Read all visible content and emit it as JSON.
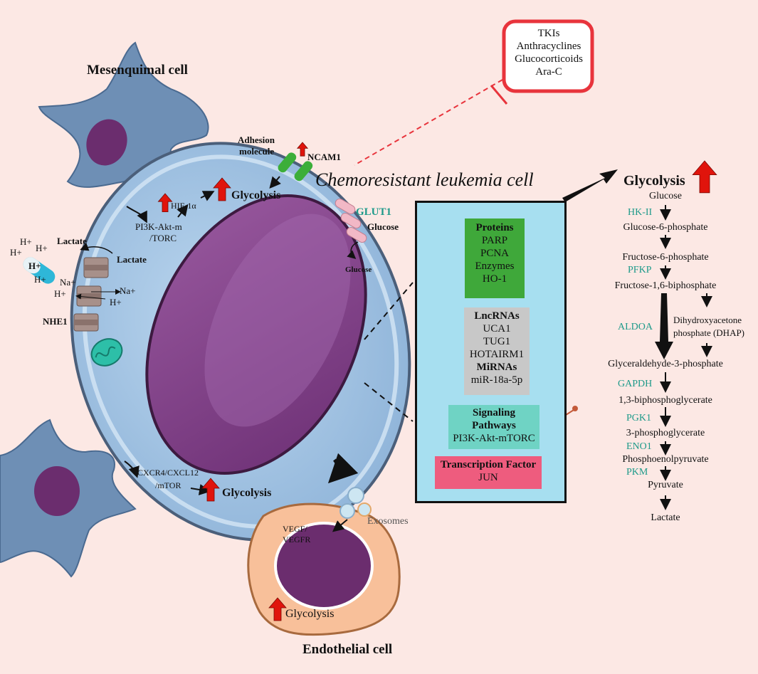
{
  "drugs": {
    "items": [
      "TKIs",
      "Anthracyclines",
      "Glucocorticoids",
      "Ara-C"
    ]
  },
  "cells": {
    "mesenchymal": "Mesenquimal cell",
    "leukemia": "Chemoresistant leukemia cell",
    "endothelial": "Endothelial cell"
  },
  "membrane": {
    "adhesion_1": "Adhesion",
    "adhesion_2": "molecule",
    "ncam1": "NCAM1",
    "glut1": "GLUT1",
    "glucose_out": "Glucose",
    "glucose_in": "Glucose",
    "lactate_out": "Lactate",
    "lactate_in": "Lactate",
    "h1": "H+",
    "h2": "H+",
    "h3": "H+",
    "h4": "H+",
    "h5": "H+",
    "na_out": "Na+",
    "h_out": "H+",
    "na_in": "Na+",
    "h_in": "H+",
    "nhe1": "NHE1"
  },
  "signaling": {
    "hif": "HIF-1α",
    "pi3k_1": "PI3K-Akt-m",
    "pi3k_2": "/TORC",
    "glycolysis_top": "Glycolysis",
    "cxcr4_1": "CXCR4/CXCL12",
    "cxcr4_2": "/mTOR",
    "glycolysis_bottom": "Glycolysis",
    "exosomes": "Exosomes",
    "vegf_1": "VEGF/",
    "vegf_2": "VEGFR",
    "glycolysis_endo": "Glycolysis"
  },
  "panel": {
    "proteins_title": "Proteins",
    "proteins": [
      "PARP",
      "PCNA",
      "Enzymes",
      "HO-1"
    ],
    "lnc_title": "LncRNAs",
    "lnc": [
      "UCA1",
      "TUG1",
      "HOTAIRM1"
    ],
    "mirna_title": "MiRNAs",
    "mirna": [
      "miR-18a-5p"
    ],
    "sig_title_1": "Signaling",
    "sig_title_2": "Pathways",
    "sig_item": "PI3K-Akt-mTORC",
    "tf_title": "Transcription Factor",
    "tf_item": "JUN"
  },
  "pathway": {
    "title": "Glycolysis",
    "steps": [
      "Glucose",
      "Glucose-6-phosphate",
      "Fructose-6-phosphate",
      "Fructose-1,6-biphosphate",
      "Glyceraldehyde-3-phosphate",
      "1,3-biphosphoglycerate",
      "3-phosphoglycerate",
      "Phosphoenolpyruvate",
      "Pyruvate",
      "Lactate"
    ],
    "dhap_1": "Dihydroxyacetone",
    "dhap_2": "phosphate (DHAP)",
    "enzymes": [
      "HK-II",
      "PFKP",
      "ALDOA",
      "GAPDH",
      "PGK1",
      "ENO1",
      "PKM"
    ]
  },
  "colors": {
    "background": "#fce8e4",
    "cell_blue": "#a9c9e6",
    "nucleus_purple": "#7e3f86",
    "panel_bg": "#a7dff0",
    "proteins_bg": "#3fa83a",
    "rna_bg": "#c8c8c8",
    "signaling_bg": "#6fd3c4",
    "tf_bg": "#ee5c7e",
    "drug_frame": "#e8343c",
    "up_arrow": "#e0140c",
    "enzyme_teal": "#1e9a8a"
  }
}
